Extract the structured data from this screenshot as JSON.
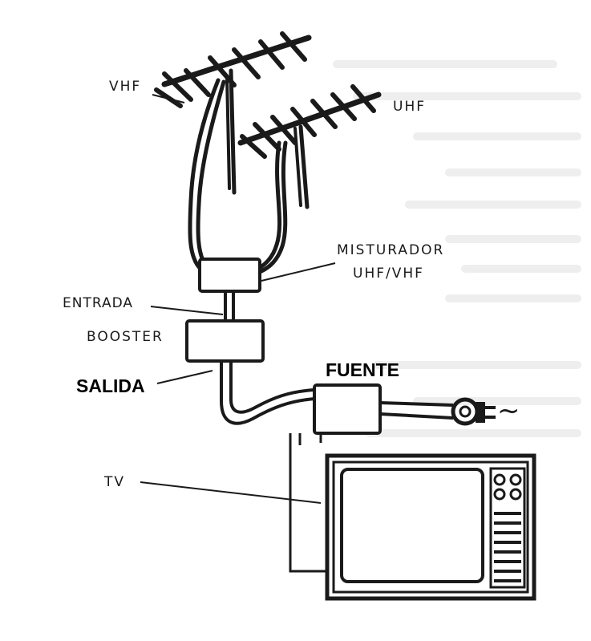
{
  "labels": {
    "vhf": "VHF",
    "uhf": "UHF",
    "misturador_line1": "MISTURADOR",
    "misturador_line2": "UHF/VHF",
    "entrada": "ENTRADA",
    "booster": "BOOSTER",
    "salida": "SALIDA",
    "fuente": "FUENTE",
    "tv": "TV",
    "ac_symbol": "~"
  },
  "colors": {
    "ink": "#1a1a1a",
    "paper": "#ffffff",
    "ghost_text": "#ececec"
  }
}
